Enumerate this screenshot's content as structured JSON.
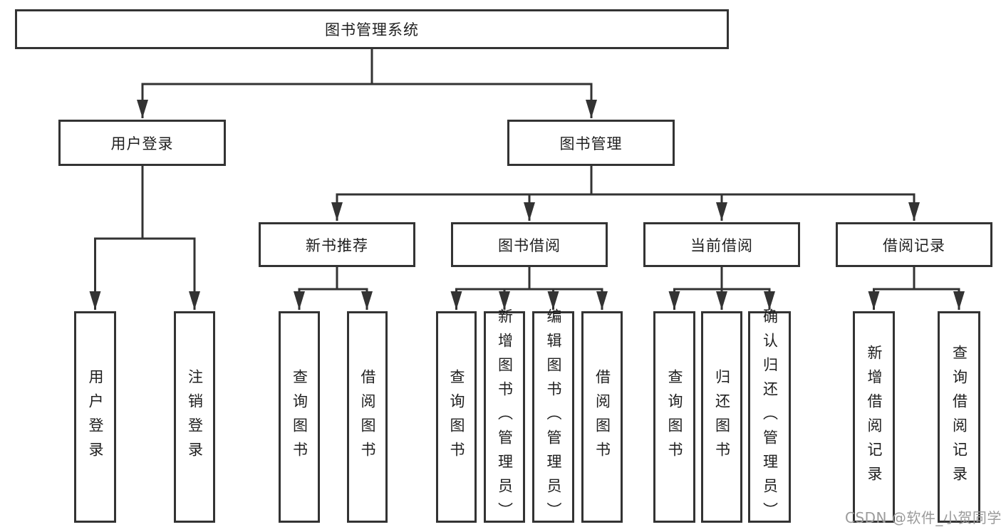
{
  "diagram": {
    "root": {
      "label": "图书管理系统",
      "children": [
        {
          "label": "用户登录",
          "children": [
            {
              "label": "用户登录"
            },
            {
              "label": "注销登录"
            }
          ]
        },
        {
          "label": "图书管理",
          "children": [
            {
              "label": "新书推荐",
              "children": [
                {
                  "label": "查询图书"
                },
                {
                  "label": "借阅图书"
                }
              ]
            },
            {
              "label": "图书借阅",
              "children": [
                {
                  "label": "查询图书"
                },
                {
                  "label": "新增图书（管理员）"
                },
                {
                  "label": "编辑图书（管理员）"
                },
                {
                  "label": "借阅图书"
                }
              ]
            },
            {
              "label": "当前借阅",
              "children": [
                {
                  "label": "查询图书"
                },
                {
                  "label": "归还图书"
                },
                {
                  "label": "确认归还（管理员）"
                }
              ]
            },
            {
              "label": "借阅记录",
              "children": [
                {
                  "label": "新增借阅记录"
                },
                {
                  "label": "查询借阅记录"
                }
              ]
            }
          ]
        }
      ]
    },
    "watermark": "CSDN @软件_小贺同学"
  },
  "colors": {
    "line": "#333333",
    "box_border": "#333333",
    "box_fill": "#ffffff",
    "text": "#1f1f1f",
    "watermark": "#9b9b9b",
    "background": "#ffffff"
  }
}
